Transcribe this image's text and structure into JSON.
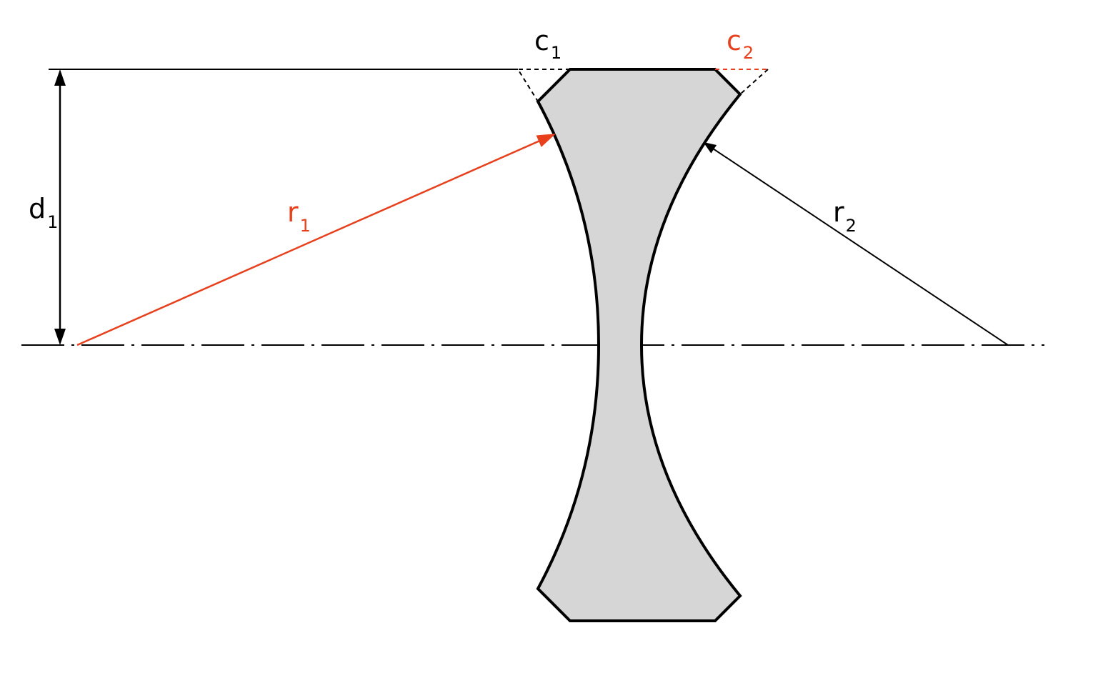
{
  "colors": {
    "accent": "#e8401c",
    "stroke": "#000000",
    "lens_fill": "#d6d6d6",
    "background": "#ffffff"
  },
  "labels": {
    "c1": {
      "main": "c",
      "sub": "1"
    },
    "c2": {
      "main": "c",
      "sub": "2"
    },
    "d1": {
      "main": "d",
      "sub": "1"
    },
    "r1": {
      "main": "r",
      "sub": "1"
    },
    "r2": {
      "main": "r",
      "sub": "2"
    }
  }
}
